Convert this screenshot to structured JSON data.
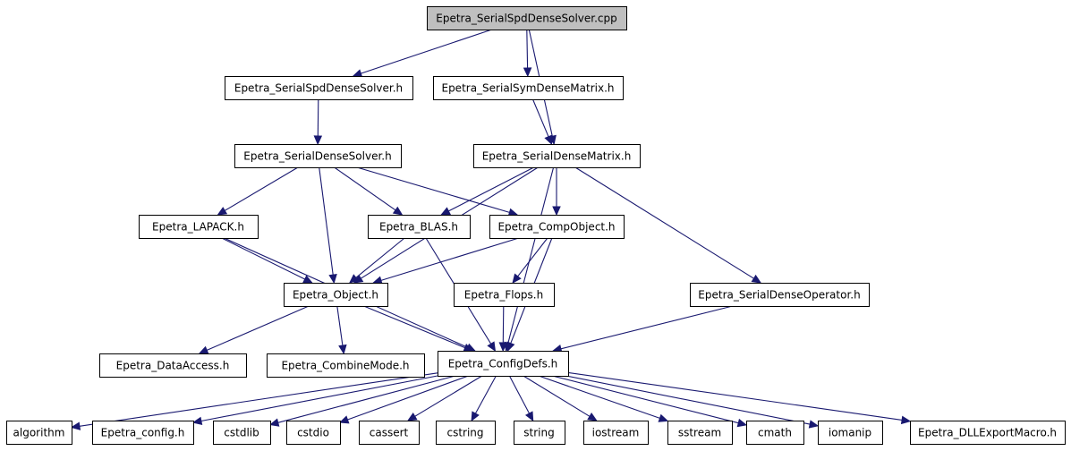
{
  "colors": {
    "edge": "#191970",
    "root_fill": "#bfbfbf",
    "node_fill": "#ffffff",
    "node_border": "#000000",
    "external_border": "#bfbfbf"
  },
  "nodes": {
    "root": {
      "label": "Epetra_SerialSpdDenseSolver.cpp",
      "kind": "root"
    },
    "spdsolver_h": {
      "label": "Epetra_SerialSpdDenseSolver.h",
      "kind": "internal"
    },
    "symmatrix_h": {
      "label": "Epetra_SerialSymDenseMatrix.h",
      "kind": "internal"
    },
    "densesolver_h": {
      "label": "Epetra_SerialDenseSolver.h",
      "kind": "internal"
    },
    "densematrix_h": {
      "label": "Epetra_SerialDenseMatrix.h",
      "kind": "internal"
    },
    "lapack_h": {
      "label": "Epetra_LAPACK.h",
      "kind": "internal"
    },
    "blas_h": {
      "label": "Epetra_BLAS.h",
      "kind": "internal"
    },
    "compobject_h": {
      "label": "Epetra_CompObject.h",
      "kind": "internal"
    },
    "object_h": {
      "label": "Epetra_Object.h",
      "kind": "internal"
    },
    "flops_h": {
      "label": "Epetra_Flops.h",
      "kind": "internal"
    },
    "operator_h": {
      "label": "Epetra_SerialDenseOperator.h",
      "kind": "internal"
    },
    "dataaccess_h": {
      "label": "Epetra_DataAccess.h",
      "kind": "internal"
    },
    "combinemode_h": {
      "label": "Epetra_CombineMode.h",
      "kind": "internal"
    },
    "configdefs_h": {
      "label": "Epetra_ConfigDefs.h",
      "kind": "internal"
    },
    "algorithm": {
      "label": "algorithm",
      "kind": "external"
    },
    "config_h": {
      "label": "Epetra_config.h",
      "kind": "external"
    },
    "cstdlib": {
      "label": "cstdlib",
      "kind": "external"
    },
    "cstdio": {
      "label": "cstdio",
      "kind": "external"
    },
    "cassert": {
      "label": "cassert",
      "kind": "external"
    },
    "cstring": {
      "label": "cstring",
      "kind": "external"
    },
    "string": {
      "label": "string",
      "kind": "external"
    },
    "iostream": {
      "label": "iostream",
      "kind": "external"
    },
    "sstream": {
      "label": "sstream",
      "kind": "external"
    },
    "cmath": {
      "label": "cmath",
      "kind": "external"
    },
    "iomanip": {
      "label": "iomanip",
      "kind": "external"
    },
    "dllexport_h": {
      "label": "Epetra_DLLExportMacro.h",
      "kind": "external"
    }
  },
  "edges": [
    [
      "root",
      "spdsolver_h"
    ],
    [
      "root",
      "symmatrix_h"
    ],
    [
      "root",
      "densematrix_h"
    ],
    [
      "spdsolver_h",
      "densesolver_h"
    ],
    [
      "symmatrix_h",
      "densematrix_h"
    ],
    [
      "densesolver_h",
      "lapack_h"
    ],
    [
      "densesolver_h",
      "blas_h"
    ],
    [
      "densesolver_h",
      "compobject_h"
    ],
    [
      "densesolver_h",
      "object_h"
    ],
    [
      "densematrix_h",
      "blas_h"
    ],
    [
      "densematrix_h",
      "compobject_h"
    ],
    [
      "densematrix_h",
      "object_h"
    ],
    [
      "densematrix_h",
      "operator_h"
    ],
    [
      "densematrix_h",
      "configdefs_h"
    ],
    [
      "lapack_h",
      "object_h"
    ],
    [
      "lapack_h",
      "configdefs_h"
    ],
    [
      "blas_h",
      "object_h"
    ],
    [
      "blas_h",
      "configdefs_h"
    ],
    [
      "compobject_h",
      "object_h"
    ],
    [
      "compobject_h",
      "flops_h"
    ],
    [
      "compobject_h",
      "configdefs_h"
    ],
    [
      "object_h",
      "dataaccess_h"
    ],
    [
      "object_h",
      "combinemode_h"
    ],
    [
      "object_h",
      "configdefs_h"
    ],
    [
      "flops_h",
      "configdefs_h"
    ],
    [
      "operator_h",
      "configdefs_h"
    ],
    [
      "configdefs_h",
      "algorithm"
    ],
    [
      "configdefs_h",
      "config_h"
    ],
    [
      "configdefs_h",
      "cstdlib"
    ],
    [
      "configdefs_h",
      "cstdio"
    ],
    [
      "configdefs_h",
      "cassert"
    ],
    [
      "configdefs_h",
      "cstring"
    ],
    [
      "configdefs_h",
      "string"
    ],
    [
      "configdefs_h",
      "iostream"
    ],
    [
      "configdefs_h",
      "sstream"
    ],
    [
      "configdefs_h",
      "cmath"
    ],
    [
      "configdefs_h",
      "iomanip"
    ],
    [
      "configdefs_h",
      "dllexport_h"
    ]
  ]
}
